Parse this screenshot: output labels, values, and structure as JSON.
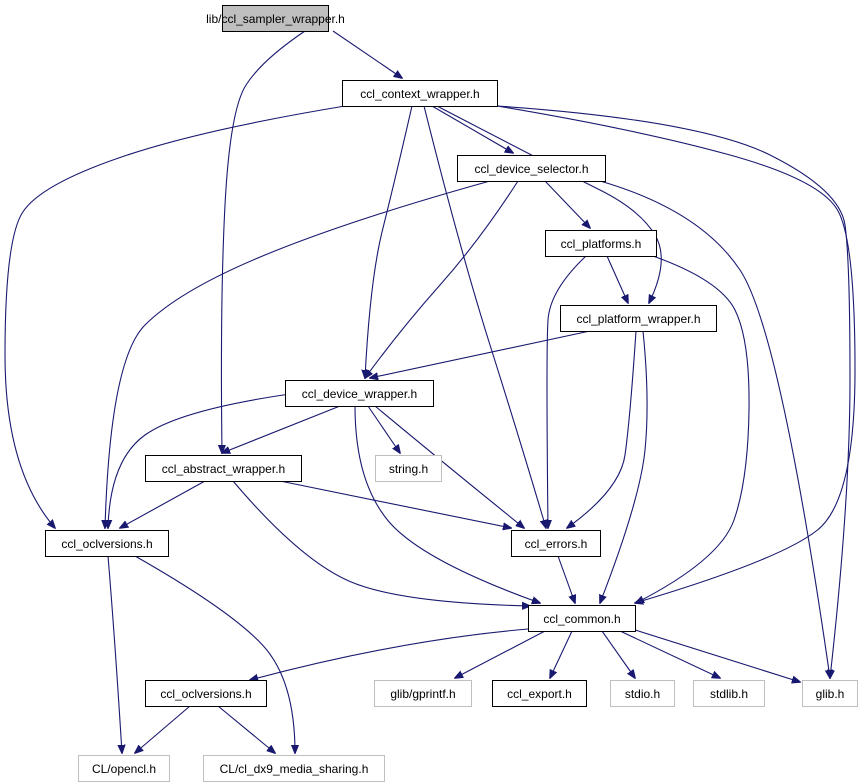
{
  "colors": {
    "edge": "#191970",
    "root_fill": "#bfbfbf",
    "node_border": "#000000",
    "external_border": "#bfbfbf",
    "text": "#000000",
    "external_text": "#000000"
  },
  "nodes": [
    {
      "id": "ccl_sampler_wrapper",
      "label": "lib/ccl_sampler_wrapper.h",
      "kind": "root"
    },
    {
      "id": "ccl_context_wrapper",
      "label": "ccl_context_wrapper.h",
      "kind": "internal"
    },
    {
      "id": "ccl_device_selector",
      "label": "ccl_device_selector.h",
      "kind": "internal"
    },
    {
      "id": "ccl_platforms",
      "label": "ccl_platforms.h",
      "kind": "internal"
    },
    {
      "id": "ccl_platform_wrapper",
      "label": "ccl_platform_wrapper.h",
      "kind": "internal"
    },
    {
      "id": "ccl_device_wrapper",
      "label": "ccl_device_wrapper.h",
      "kind": "internal"
    },
    {
      "id": "ccl_abstract_wrapper",
      "label": "ccl_abstract_wrapper.h",
      "kind": "internal"
    },
    {
      "id": "string",
      "label": "string.h",
      "kind": "external"
    },
    {
      "id": "ccl_oclversions_top",
      "label": "ccl_oclversions.h",
      "kind": "internal"
    },
    {
      "id": "ccl_errors",
      "label": "ccl_errors.h",
      "kind": "internal"
    },
    {
      "id": "ccl_common",
      "label": "ccl_common.h",
      "kind": "internal"
    },
    {
      "id": "ccl_oclversions_bottom",
      "label": "ccl_oclversions.h",
      "kind": "internal"
    },
    {
      "id": "glib_gprintf",
      "label": "glib/gprintf.h",
      "kind": "external"
    },
    {
      "id": "ccl_export",
      "label": "ccl_export.h",
      "kind": "internal"
    },
    {
      "id": "stdio",
      "label": "stdio.h",
      "kind": "external"
    },
    {
      "id": "stdlib",
      "label": "stdlib.h",
      "kind": "external"
    },
    {
      "id": "glib",
      "label": "glib.h",
      "kind": "external"
    },
    {
      "id": "cl_opencl",
      "label": "CL/opencl.h",
      "kind": "external"
    },
    {
      "id": "cl_dx9",
      "label": "CL/cl_dx9_media_sharing.h",
      "kind": "external"
    }
  ],
  "edges": [
    {
      "from": "ccl_sampler_wrapper",
      "to": "ccl_context_wrapper"
    },
    {
      "from": "ccl_sampler_wrapper",
      "to": "ccl_abstract_wrapper"
    },
    {
      "from": "ccl_context_wrapper",
      "to": "ccl_device_selector"
    },
    {
      "from": "ccl_context_wrapper",
      "to": "ccl_oclversions_top"
    },
    {
      "from": "ccl_context_wrapper",
      "to": "ccl_device_wrapper"
    },
    {
      "from": "ccl_context_wrapper",
      "to": "ccl_errors"
    },
    {
      "from": "ccl_context_wrapper",
      "to": "ccl_platform_wrapper"
    },
    {
      "from": "ccl_context_wrapper",
      "to": "ccl_common"
    },
    {
      "from": "ccl_context_wrapper",
      "to": "glib"
    },
    {
      "from": "ccl_device_selector",
      "to": "ccl_platforms"
    },
    {
      "from": "ccl_device_selector",
      "to": "ccl_device_wrapper"
    },
    {
      "from": "ccl_device_selector",
      "to": "ccl_oclversions_top"
    },
    {
      "from": "ccl_device_selector",
      "to": "glib"
    },
    {
      "from": "ccl_platforms",
      "to": "ccl_platform_wrapper"
    },
    {
      "from": "ccl_platforms",
      "to": "ccl_errors"
    },
    {
      "from": "ccl_platforms",
      "to": "ccl_common"
    },
    {
      "from": "ccl_platform_wrapper",
      "to": "ccl_device_wrapper"
    },
    {
      "from": "ccl_platform_wrapper",
      "to": "ccl_errors"
    },
    {
      "from": "ccl_platform_wrapper",
      "to": "ccl_common"
    },
    {
      "from": "ccl_device_wrapper",
      "to": "ccl_abstract_wrapper"
    },
    {
      "from": "ccl_device_wrapper",
      "to": "string"
    },
    {
      "from": "ccl_device_wrapper",
      "to": "ccl_oclversions_top"
    },
    {
      "from": "ccl_device_wrapper",
      "to": "ccl_errors"
    },
    {
      "from": "ccl_device_wrapper",
      "to": "ccl_common"
    },
    {
      "from": "ccl_abstract_wrapper",
      "to": "ccl_oclversions_top"
    },
    {
      "from": "ccl_abstract_wrapper",
      "to": "ccl_errors"
    },
    {
      "from": "ccl_abstract_wrapper",
      "to": "ccl_common"
    },
    {
      "from": "ccl_errors",
      "to": "ccl_common"
    },
    {
      "from": "ccl_oclversions_top",
      "to": "cl_opencl"
    },
    {
      "from": "ccl_oclversions_top",
      "to": "cl_dx9"
    },
    {
      "from": "ccl_common",
      "to": "ccl_oclversions_bottom"
    },
    {
      "from": "ccl_common",
      "to": "glib_gprintf"
    },
    {
      "from": "ccl_common",
      "to": "ccl_export"
    },
    {
      "from": "ccl_common",
      "to": "stdio"
    },
    {
      "from": "ccl_common",
      "to": "stdlib"
    },
    {
      "from": "ccl_common",
      "to": "glib"
    },
    {
      "from": "ccl_oclversions_bottom",
      "to": "cl_opencl"
    },
    {
      "from": "ccl_oclversions_bottom",
      "to": "cl_dx9"
    }
  ]
}
